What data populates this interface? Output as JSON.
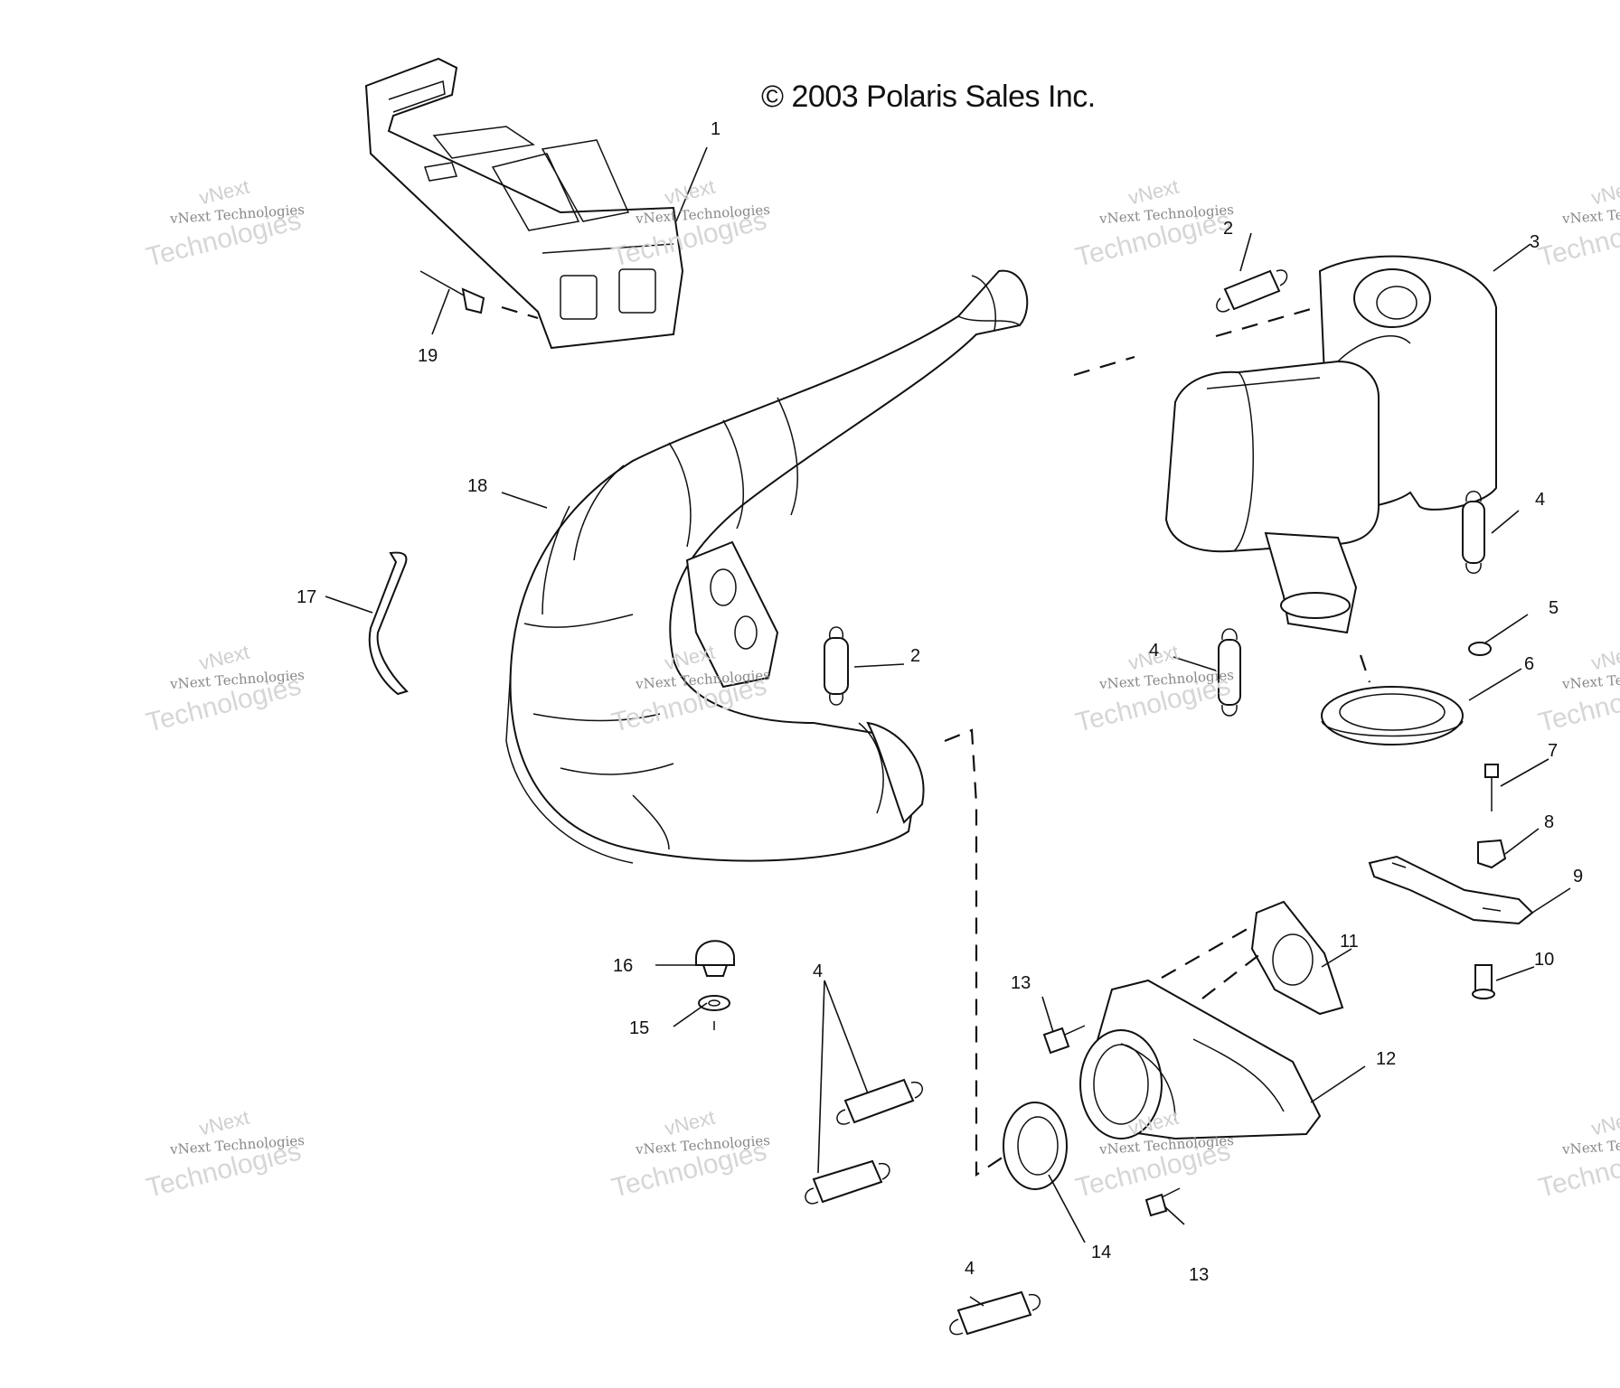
{
  "copyright": "© 2003 Polaris Sales Inc.",
  "watermark": {
    "line1": "vNext",
    "line2": "vNext Technologies",
    "line3": "Technologies"
  },
  "callouts": [
    {
      "id": "c1",
      "label": "1"
    },
    {
      "id": "c2a",
      "label": "2"
    },
    {
      "id": "c2b",
      "label": "2"
    },
    {
      "id": "c3",
      "label": "3"
    },
    {
      "id": "c4a",
      "label": "4"
    },
    {
      "id": "c4b",
      "label": "4"
    },
    {
      "id": "c4c",
      "label": "4"
    },
    {
      "id": "c4d",
      "label": "4"
    },
    {
      "id": "c5",
      "label": "5"
    },
    {
      "id": "c6",
      "label": "6"
    },
    {
      "id": "c7",
      "label": "7"
    },
    {
      "id": "c8",
      "label": "8"
    },
    {
      "id": "c9",
      "label": "9"
    },
    {
      "id": "c10",
      "label": "10"
    },
    {
      "id": "c11",
      "label": "11"
    },
    {
      "id": "c12",
      "label": "12"
    },
    {
      "id": "c13a",
      "label": "13"
    },
    {
      "id": "c13b",
      "label": "13"
    },
    {
      "id": "c14",
      "label": "14"
    },
    {
      "id": "c15",
      "label": "15"
    },
    {
      "id": "c16",
      "label": "16"
    },
    {
      "id": "c17",
      "label": "17"
    },
    {
      "id": "c18",
      "label": "18"
    },
    {
      "id": "c19",
      "label": "19"
    }
  ]
}
